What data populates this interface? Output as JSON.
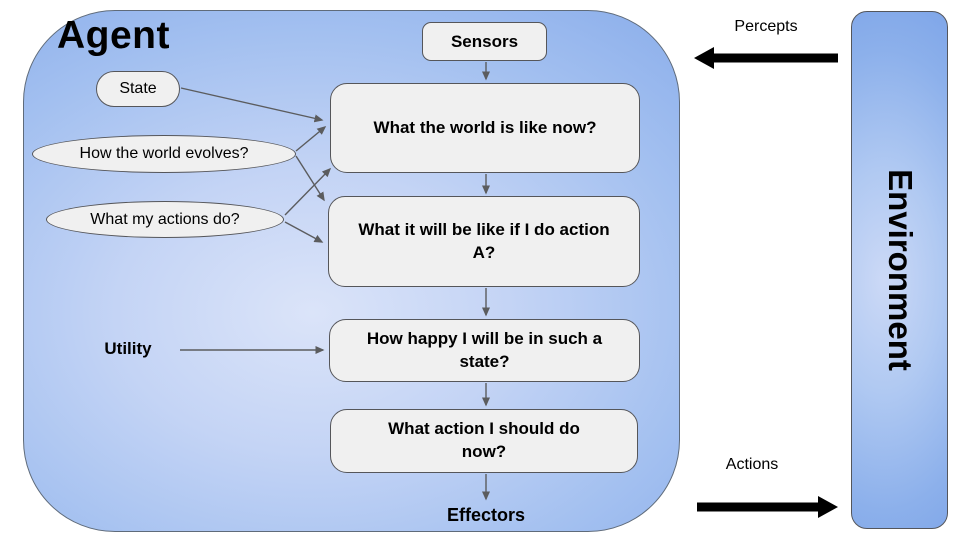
{
  "agent": {
    "title": "Agent",
    "sensors": "Sensors",
    "effectors": "Effectors",
    "state": "State",
    "world_evolves": "How the world evolves?",
    "my_actions": "What my actions do?",
    "utility": "Utility",
    "boxes": [
      {
        "label": "What the world is like now?"
      },
      {
        "label": "What it will be like if I do action A?"
      },
      {
        "label": "How happy I will be in such a state?"
      },
      {
        "label": "What action I should do now?"
      }
    ]
  },
  "environment": {
    "title": "Environment"
  },
  "io": {
    "percepts": "Percepts",
    "actions": "Actions"
  },
  "colors": {
    "agent_edge": "#6e97e4",
    "agent_center": "#dbe4f9",
    "environment_edge": "#7aa2e8",
    "environment_center": "#ccd9f6",
    "node_fill": "#f0f0f0",
    "node_border": "#55565a",
    "thin_arrow": "#5b5c5e",
    "thick_arrow": "#000000",
    "text": "#000000"
  }
}
